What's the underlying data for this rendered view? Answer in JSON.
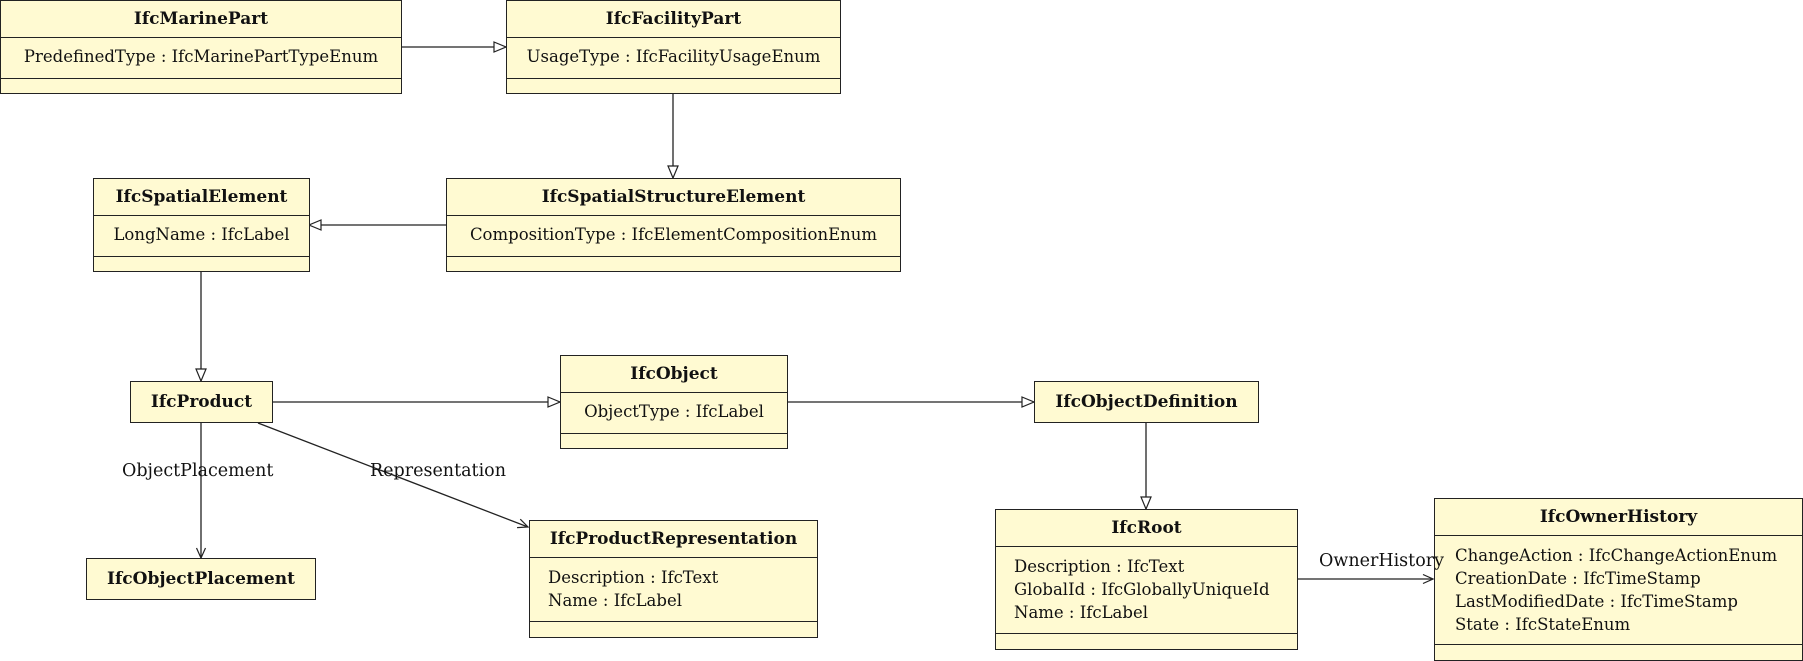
{
  "classes": {
    "marine_part": {
      "name": "IfcMarinePart",
      "attributes": [
        "PredefinedType : IfcMarinePartTypeEnum"
      ]
    },
    "facility_part": {
      "name": "IfcFacilityPart",
      "attributes": [
        "UsageType : IfcFacilityUsageEnum"
      ]
    },
    "spatial_element": {
      "name": "IfcSpatialElement",
      "attributes": [
        "LongName : IfcLabel"
      ]
    },
    "spatial_structure_element": {
      "name": "IfcSpatialStructureElement",
      "attributes": [
        "CompositionType : IfcElementCompositionEnum"
      ]
    },
    "product": {
      "name": "IfcProduct",
      "attributes": []
    },
    "object": {
      "name": "IfcObject",
      "attributes": [
        "ObjectType : IfcLabel"
      ]
    },
    "object_definition": {
      "name": "IfcObjectDefinition",
      "attributes": []
    },
    "object_placement": {
      "name": "IfcObjectPlacement",
      "attributes": []
    },
    "product_representation": {
      "name": "IfcProductRepresentation",
      "attributes": [
        "Description : IfcText",
        "Name : IfcLabel"
      ]
    },
    "root": {
      "name": "IfcRoot",
      "attributes": [
        "Description : IfcText",
        "GlobalId : IfcGloballyUniqueId",
        "Name : IfcLabel"
      ]
    },
    "owner_history": {
      "name": "IfcOwnerHistory",
      "attributes": [
        "ChangeAction : IfcChangeActionEnum",
        "CreationDate : IfcTimeStamp",
        "LastModifiedDate : IfcTimeStamp",
        "State : IfcStateEnum"
      ]
    }
  },
  "relations": {
    "object_placement": "ObjectPlacement",
    "representation": "Representation",
    "owner_history": "OwnerHistory"
  },
  "colors": {
    "class_fill": "#fffad2",
    "line": "#222222"
  }
}
